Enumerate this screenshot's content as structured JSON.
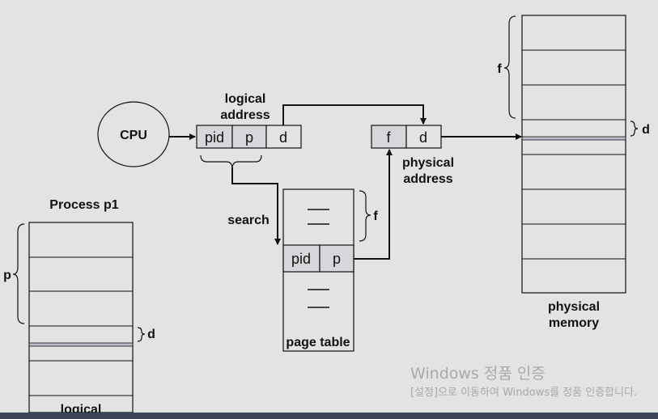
{
  "colors": {
    "background": "#e3e3e3",
    "cell_fill": "#d7d7db",
    "stroke": "#111111",
    "watermark": "#a9a9a9",
    "taskbar": "#3b4557"
  },
  "cpu": {
    "label": "CPU"
  },
  "logical_address": {
    "label_line1": "logical",
    "label_line2": "address",
    "cells": [
      "pid",
      "p",
      "d"
    ]
  },
  "physical_address": {
    "label_line1": "physical",
    "label_line2": "address",
    "cells": [
      "f",
      "d"
    ]
  },
  "search_label": "search",
  "page_table": {
    "label": "page table",
    "row_cells": [
      "pid",
      "p"
    ],
    "f_label": "f"
  },
  "physical_memory": {
    "label_line1": "physical",
    "label_line2": "memory",
    "f_label": "f",
    "d_label": "d"
  },
  "process": {
    "title": "Process p1",
    "p_label": "p",
    "d_label": "d",
    "bottom_label": "logical"
  },
  "watermark": {
    "line1": "Windows 정품 인증",
    "line2": "[설정]으로 이동하여 Windows를 정품 인증합니다."
  }
}
